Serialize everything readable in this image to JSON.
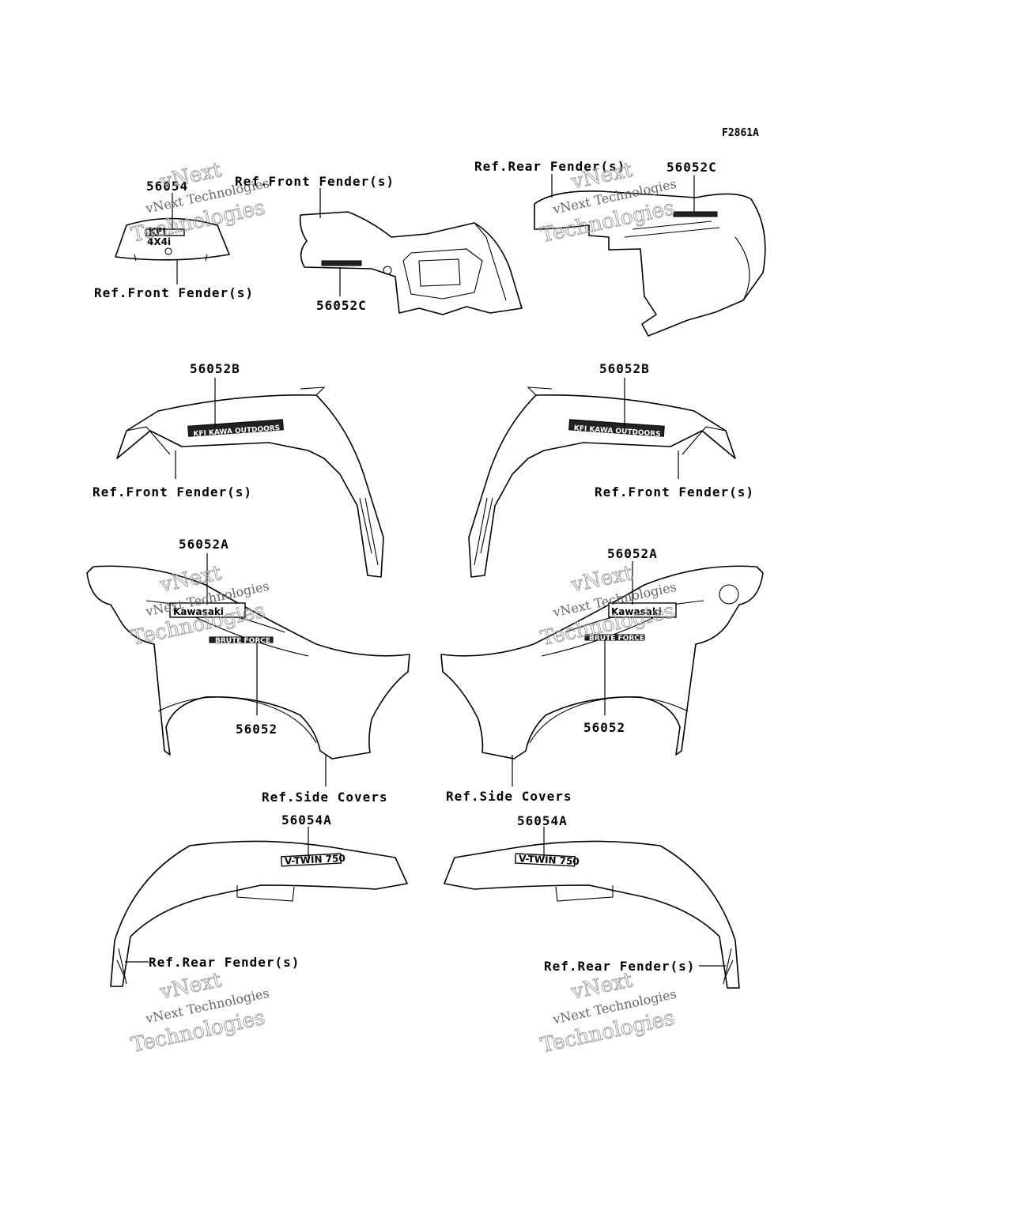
{
  "figure_code": "F2861A",
  "parts": {
    "p56054": "56054",
    "p56052C": "56052C",
    "p56052B": "56052B",
    "p56052A": "56052A",
    "p56052": "56052",
    "p56054A": "56054A"
  },
  "references": {
    "front_fender": "Ref.Front Fender(s)",
    "rear_fender": "Ref.Rear Fender(s)",
    "side_covers": "Ref.Side Covers"
  },
  "decals": {
    "kawasaki": "Kawasaki",
    "brute_force": "BRUTE FORCE",
    "kfi": "KFI",
    "four_by_four": "4X4i",
    "outdoors": "KFI KAWA OUTDOORS",
    "vtwin": "V-TWIN 750"
  },
  "watermark": {
    "line1": "vNext",
    "line2": "vNext Technologies",
    "line3": "Technologies"
  }
}
